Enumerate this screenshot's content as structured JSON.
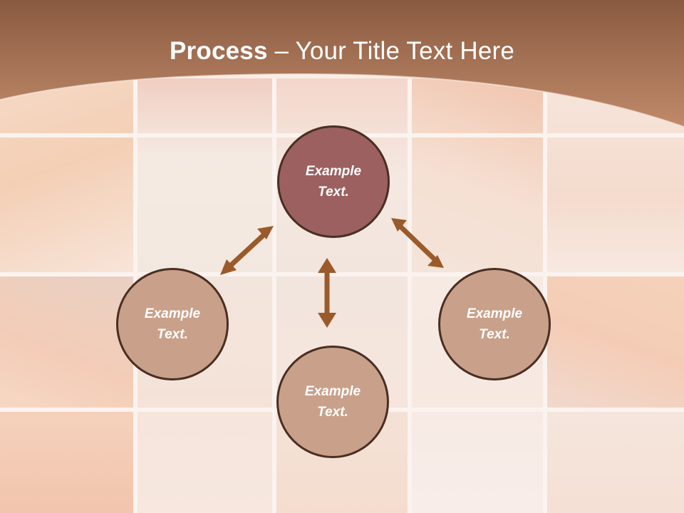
{
  "title": {
    "bold": "Process",
    "dash": " – ",
    "rest": "Your Title Text Here"
  },
  "nodes": {
    "top": "Example Text.",
    "left": "Example Text.",
    "bottom": "Example Text.",
    "right": "Example Text."
  },
  "colors": {
    "header": "#b07a5c",
    "node_top": "#9c6060",
    "node_side": "#c9a08a",
    "node_border": "#4a2e22",
    "arrow": "#9b5a2a"
  }
}
